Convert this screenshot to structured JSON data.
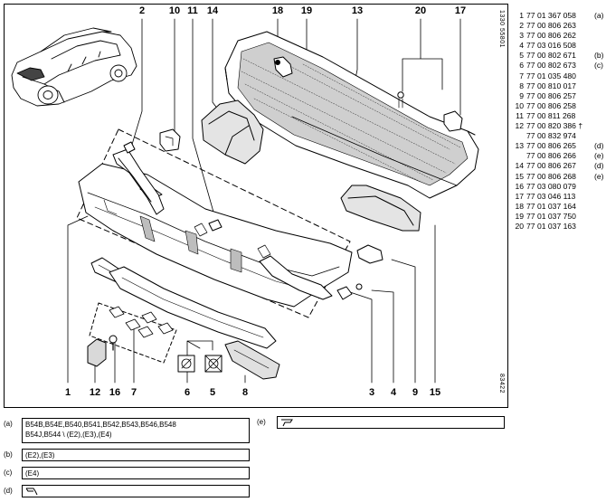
{
  "diagram": {
    "side_ref_top": "1330 55801",
    "side_ref_bottom": "83422"
  },
  "callouts": [
    {
      "id": "c2",
      "text": "2"
    },
    {
      "id": "c10",
      "text": "10"
    },
    {
      "id": "c11",
      "text": "11"
    },
    {
      "id": "c14",
      "text": "14"
    },
    {
      "id": "c18",
      "text": "18"
    },
    {
      "id": "c19",
      "text": "19"
    },
    {
      "id": "c13",
      "text": "13"
    },
    {
      "id": "c20",
      "text": "20"
    },
    {
      "id": "c17",
      "text": "17"
    },
    {
      "id": "c1",
      "text": "1"
    },
    {
      "id": "c12",
      "text": "12"
    },
    {
      "id": "c16",
      "text": "16"
    },
    {
      "id": "c7",
      "text": "7"
    },
    {
      "id": "c6",
      "text": "6"
    },
    {
      "id": "c5",
      "text": "5"
    },
    {
      "id": "c8",
      "text": "8"
    },
    {
      "id": "c3",
      "text": "3"
    },
    {
      "id": "c4",
      "text": "4"
    },
    {
      "id": "c9",
      "text": "9"
    },
    {
      "id": "c15",
      "text": "15"
    }
  ],
  "parts": [
    {
      "num": "1",
      "ref": "77 01 367 058",
      "note": "(a)"
    },
    {
      "num": "2",
      "ref": "77 00 806 263",
      "note": ""
    },
    {
      "num": "3",
      "ref": "77 00 806 262",
      "note": ""
    },
    {
      "num": "4",
      "ref": "77 03 016 508",
      "note": ""
    },
    {
      "num": "5",
      "ref": "77 00 802 671",
      "note": "(b)"
    },
    {
      "num": "6",
      "ref": "77 00 802 673",
      "note": "(c)"
    },
    {
      "num": "7",
      "ref": "77 01 035 480",
      "note": ""
    },
    {
      "num": "8",
      "ref": "77 00 810 017",
      "note": ""
    },
    {
      "num": "9",
      "ref": "77 00 806 257",
      "note": ""
    },
    {
      "num": "10",
      "ref": "77 00 806 258",
      "note": ""
    },
    {
      "num": "11",
      "ref": "77 00 811 268",
      "note": ""
    },
    {
      "num": "12",
      "ref": "77 00 820 386 †",
      "note": ""
    },
    {
      "num": "",
      "ref": "77 00 832 974",
      "note": ""
    },
    {
      "num": "13",
      "ref": "77 00 806 265",
      "note": "(d)"
    },
    {
      "num": "",
      "ref": "77 00 806 266",
      "note": "(e)"
    },
    {
      "num": "14",
      "ref": "77 00 806 267",
      "note": "(d)"
    },
    {
      "num": "15",
      "ref": "77 00 806 268",
      "note": "(e)"
    },
    {
      "num": "16",
      "ref": "77 03 080 079",
      "note": ""
    },
    {
      "num": "17",
      "ref": "77 03 046 113",
      "note": ""
    },
    {
      "num": "18",
      "ref": "77 01 037 164",
      "note": ""
    },
    {
      "num": "19",
      "ref": "77 01 037 750",
      "note": ""
    },
    {
      "num": "20",
      "ref": "77 01 037 163",
      "note": ""
    }
  ],
  "notes": {
    "a": {
      "key": "(a)",
      "line1": "B54B,B54E,B540,B541,B542,B543,B546,B548",
      "line2": "B54J,B544 \\ (E2),(E3),(E4)"
    },
    "b": {
      "key": "(b)",
      "line1": "(E2),(E3)"
    },
    "c": {
      "key": "(c)",
      "line1": "(E4)"
    },
    "d": {
      "key": "(d)",
      "icon": "lhd-steering-icon"
    },
    "e": {
      "key": "(e)",
      "icon": "rhd-steering-icon"
    }
  }
}
